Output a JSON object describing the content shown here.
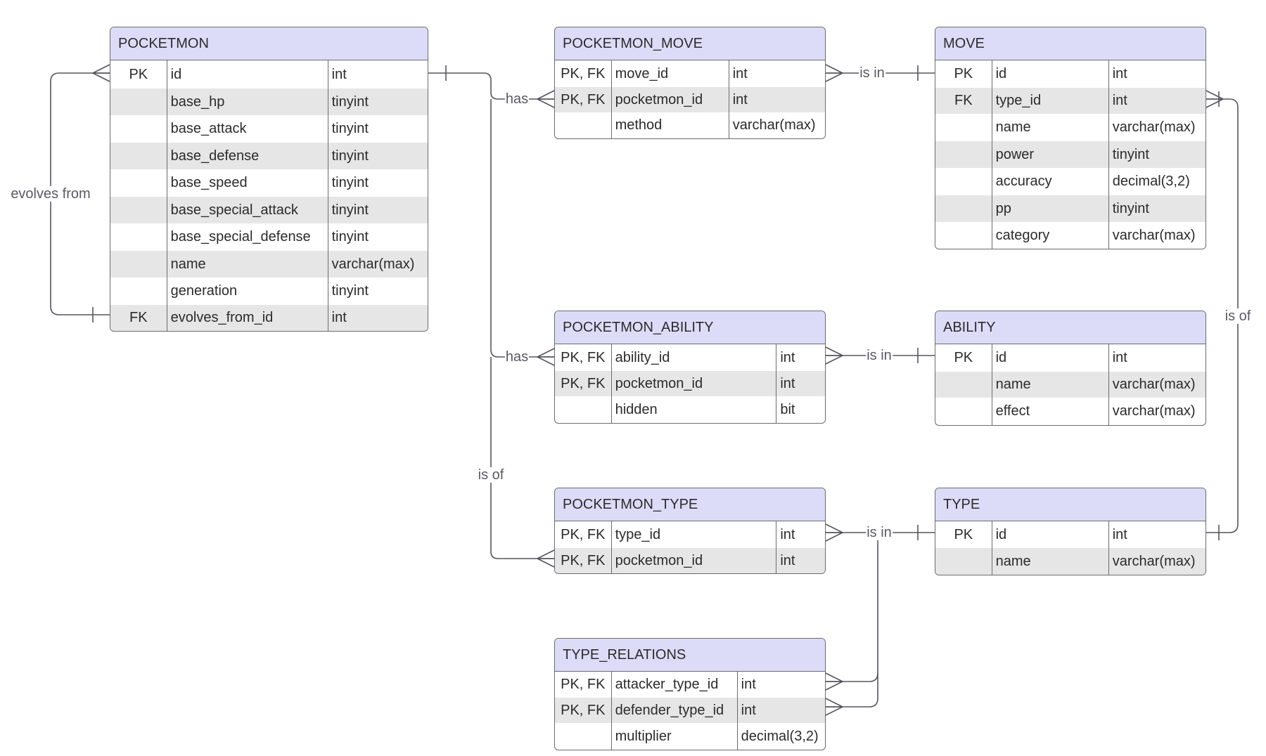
{
  "entities": [
    {
      "id": "pocketmon",
      "title": "POCKETMON",
      "rows": [
        {
          "key": "PK",
          "name": "id",
          "type": "int"
        },
        {
          "key": "",
          "name": "base_hp",
          "type": "tinyint"
        },
        {
          "key": "",
          "name": "base_attack",
          "type": "tinyint"
        },
        {
          "key": "",
          "name": "base_defense",
          "type": "tinyint"
        },
        {
          "key": "",
          "name": "base_speed",
          "type": "tinyint"
        },
        {
          "key": "",
          "name": "base_special_attack",
          "type": "tinyint"
        },
        {
          "key": "",
          "name": "base_special_defense",
          "type": "tinyint"
        },
        {
          "key": "",
          "name": "name",
          "type": "varchar(max)"
        },
        {
          "key": "",
          "name": "generation",
          "type": "tinyint"
        },
        {
          "key": "FK",
          "name": "evolves_from_id",
          "type": "int"
        }
      ]
    },
    {
      "id": "pocketmon-move",
      "title": "POCKETMON_MOVE",
      "rows": [
        {
          "key": "PK, FK",
          "name": "move_id",
          "type": "int"
        },
        {
          "key": "PK, FK",
          "name": "pocketmon_id",
          "type": "int"
        },
        {
          "key": "",
          "name": "method",
          "type": "varchar(max)"
        }
      ]
    },
    {
      "id": "move",
      "title": "MOVE",
      "rows": [
        {
          "key": "PK",
          "name": "id",
          "type": "int"
        },
        {
          "key": "FK",
          "name": "type_id",
          "type": "int"
        },
        {
          "key": "",
          "name": "name",
          "type": "varchar(max)"
        },
        {
          "key": "",
          "name": "power",
          "type": "tinyint"
        },
        {
          "key": "",
          "name": "accuracy",
          "type": "decimal(3,2)"
        },
        {
          "key": "",
          "name": "pp",
          "type": "tinyint"
        },
        {
          "key": "",
          "name": "category",
          "type": "varchar(max)"
        }
      ]
    },
    {
      "id": "pocketmon-ability",
      "title": "POCKETMON_ABILITY",
      "rows": [
        {
          "key": "PK, FK",
          "name": "ability_id",
          "type": "int"
        },
        {
          "key": "PK, FK",
          "name": "pocketmon_id",
          "type": "int"
        },
        {
          "key": "",
          "name": "hidden",
          "type": "bit"
        }
      ]
    },
    {
      "id": "ability",
      "title": "ABILITY",
      "rows": [
        {
          "key": "PK",
          "name": "id",
          "type": "int"
        },
        {
          "key": "",
          "name": "name",
          "type": "varchar(max)"
        },
        {
          "key": "",
          "name": "effect",
          "type": "varchar(max)"
        }
      ]
    },
    {
      "id": "pocketmon-type",
      "title": "POCKETMON_TYPE",
      "rows": [
        {
          "key": "PK, FK",
          "name": "type_id",
          "type": "int"
        },
        {
          "key": "PK, FK",
          "name": "pocketmon_id",
          "type": "int"
        }
      ]
    },
    {
      "id": "type",
      "title": "TYPE",
      "rows": [
        {
          "key": "PK",
          "name": "id",
          "type": "int"
        },
        {
          "key": "",
          "name": "name",
          "type": "varchar(max)"
        }
      ]
    },
    {
      "id": "type-relations",
      "title": "TYPE_RELATIONS",
      "rows": [
        {
          "key": "PK, FK",
          "name": "attacker_type_id",
          "type": "int"
        },
        {
          "key": "PK, FK",
          "name": "defender_type_id",
          "type": "int"
        },
        {
          "key": "",
          "name": "multiplier",
          "type": "decimal(3,2)"
        }
      ]
    }
  ],
  "relations": [
    {
      "id": "evolves-from",
      "label": "evolves from"
    },
    {
      "id": "has-move",
      "label": "has"
    },
    {
      "id": "has-ability",
      "label": "has"
    },
    {
      "id": "is-of-type",
      "label": "is of"
    },
    {
      "id": "move-is-in",
      "label": "is in"
    },
    {
      "id": "ability-is-in",
      "label": "is in"
    },
    {
      "id": "type-is-in",
      "label": "is in"
    },
    {
      "id": "move-type-is-of",
      "label": "is of"
    }
  ],
  "colors": {
    "header_bg": "#dcdcf8",
    "alt_row_bg": "#e6e6e6",
    "border": "#6b6b6b",
    "edge": "#55555f",
    "label": "#5a5a66"
  }
}
